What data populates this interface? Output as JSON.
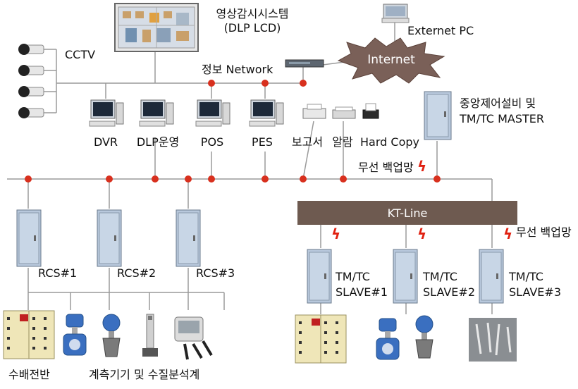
{
  "labels": {
    "display_system": "영상감시시스템\n(DLP LCD)",
    "extranet_pc": "Externet PC",
    "internet": "Internet",
    "cctv": "CCTV",
    "info_network": "정보 Network",
    "dvr": "DVR",
    "dlp_op": "DLP운영",
    "pos": "POS",
    "pes": "PES",
    "report": "보고서",
    "alarm": "알람",
    "hard_copy": "Hard Copy",
    "central": "중앙제어설비 및\nTM/TC MASTER",
    "wireless_backup_1": "무선 백업망",
    "kt_line": "KT-Line",
    "wireless_backup_2": "무선 백업망",
    "rcs1": "RCS#1",
    "rcs2": "RCS#2",
    "rcs3": "RCS#3",
    "slave1": "TM/TC\nSLAVE#1",
    "slave2": "TM/TC\nSLAVE#2",
    "slave3": "TM/TC\nSLAVE#3",
    "switchboard": "수배전반",
    "instruments": "계측기기 및 수질분석계"
  },
  "colors": {
    "node": "#d8301e",
    "kt_line_bar": "#6e5a50",
    "internet_cloud": "#7a6058",
    "cabinet": "#b8c8dc",
    "bolt": "#e02010"
  }
}
